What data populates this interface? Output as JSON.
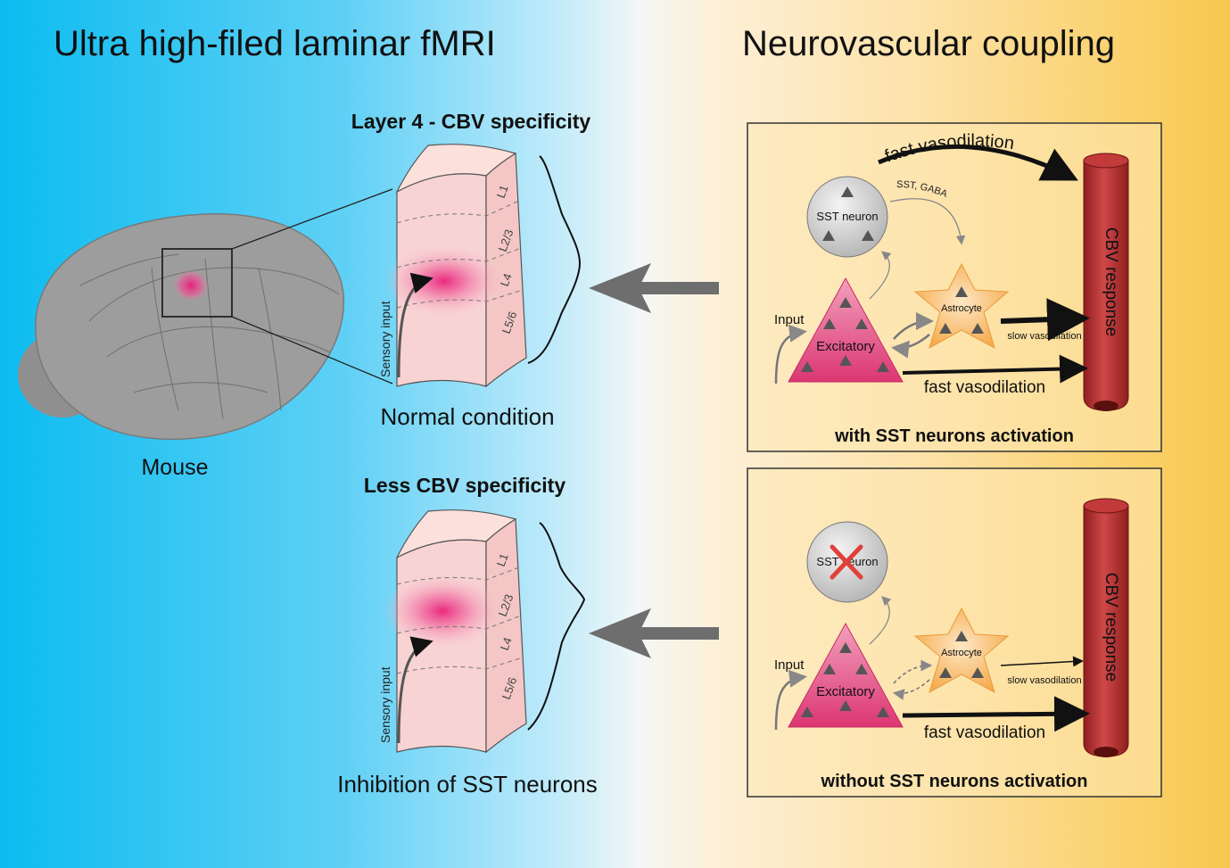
{
  "titles": {
    "left": "Ultra high-filed laminar fMRI",
    "right": "Neurovascular coupling"
  },
  "mouse": {
    "label": "Mouse"
  },
  "cortex_top": {
    "heading": "Layer 4 - CBV specificity",
    "caption": "Normal condition",
    "sensory_label": "Sensory input",
    "layers": [
      "L1",
      "L2/3",
      "L4",
      "L5/6"
    ]
  },
  "cortex_bottom": {
    "heading": "Less CBV specificity",
    "caption": "Inhibition of SST neurons",
    "sensory_label": "Sensory input",
    "layers": [
      "L1",
      "L2/3",
      "L4",
      "L5/6"
    ]
  },
  "panel_top": {
    "caption": "with SST neurons activation",
    "fast_vasodilation_top": "fast vasodilation",
    "sst_neuron": "SST neuron",
    "sst_gaba": "SST, GABA",
    "astrocyte": "Astrocyte",
    "slow_vasodilation": "slow vasodilation",
    "input": "Input",
    "excitatory": "Excitatory",
    "fast_vasodilation_bottom": "fast vasodilation",
    "cbv_response": "CBV response"
  },
  "panel_bottom": {
    "caption": "without SST neurons activation",
    "sst_neuron": "SST neuron",
    "astrocyte": "Astrocyte",
    "slow_vasodilation": "slow vasodilation",
    "input": "Input",
    "excitatory": "Excitatory",
    "fast_vasodilation_bottom": "fast vasodilation",
    "cbv_response": "CBV response"
  },
  "colors": {
    "bg_left": "#0cbcf0",
    "bg_right": "#f8c84e",
    "hotspot": "#e8207a",
    "vessel": "#b52a2a",
    "excitatory": "#e0407a",
    "astrocyte": "#f8b860",
    "arrow_gray": "#6e6e6e"
  },
  "icons": [
    "mouse-brain-icon",
    "blood-vessel-icon",
    "red-x-icon",
    "left-arrow-icon"
  ]
}
